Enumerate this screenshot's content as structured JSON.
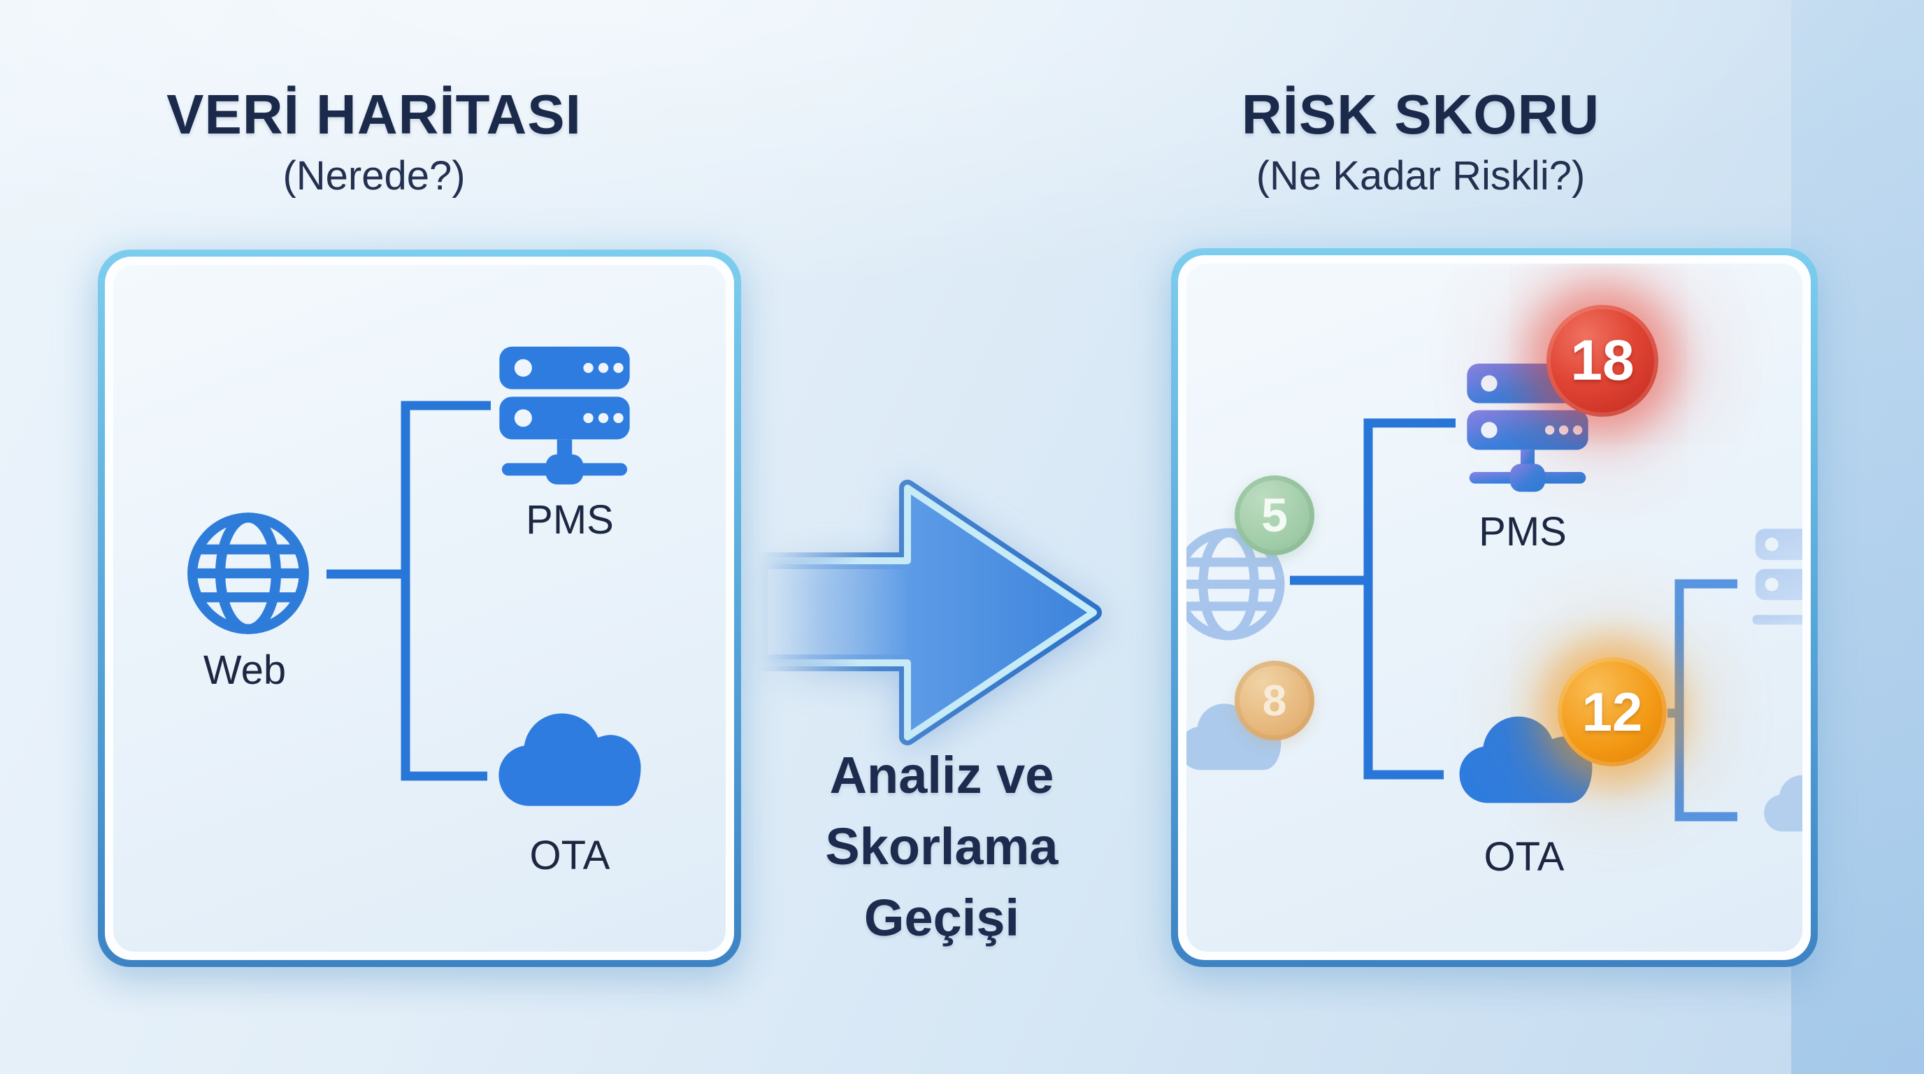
{
  "left_panel": {
    "title": "VERİ HARİTASI",
    "subtitle": "(Nerede?)",
    "web_label": "Web",
    "pms_label": "PMS",
    "ota_label": "OTA"
  },
  "transition": {
    "label_lines": [
      "Analiz ve",
      "Skorlama",
      "Geçişi"
    ]
  },
  "right_panel": {
    "title": "RİSK SKORU",
    "subtitle": "(Ne Kadar Riskli?)",
    "pms_label": "PMS",
    "ota_label": "OTA",
    "badges": {
      "pms_score": "18",
      "ota_score": "12",
      "web_score": "5",
      "side_cloud_score": "8"
    }
  },
  "colors": {
    "accent_blue": "#2e7cd9",
    "line_blue": "#2776d8",
    "risk_high_red": "#d93a2b",
    "risk_medium_orange": "#f1920e",
    "risk_low_green": "#9cc9a3",
    "risk_soft_orange": "#e6b478",
    "panel_border_top": "#7ccdee",
    "panel_border_bottom": "#3d83c4",
    "title_navy": "#1b2a4a"
  }
}
